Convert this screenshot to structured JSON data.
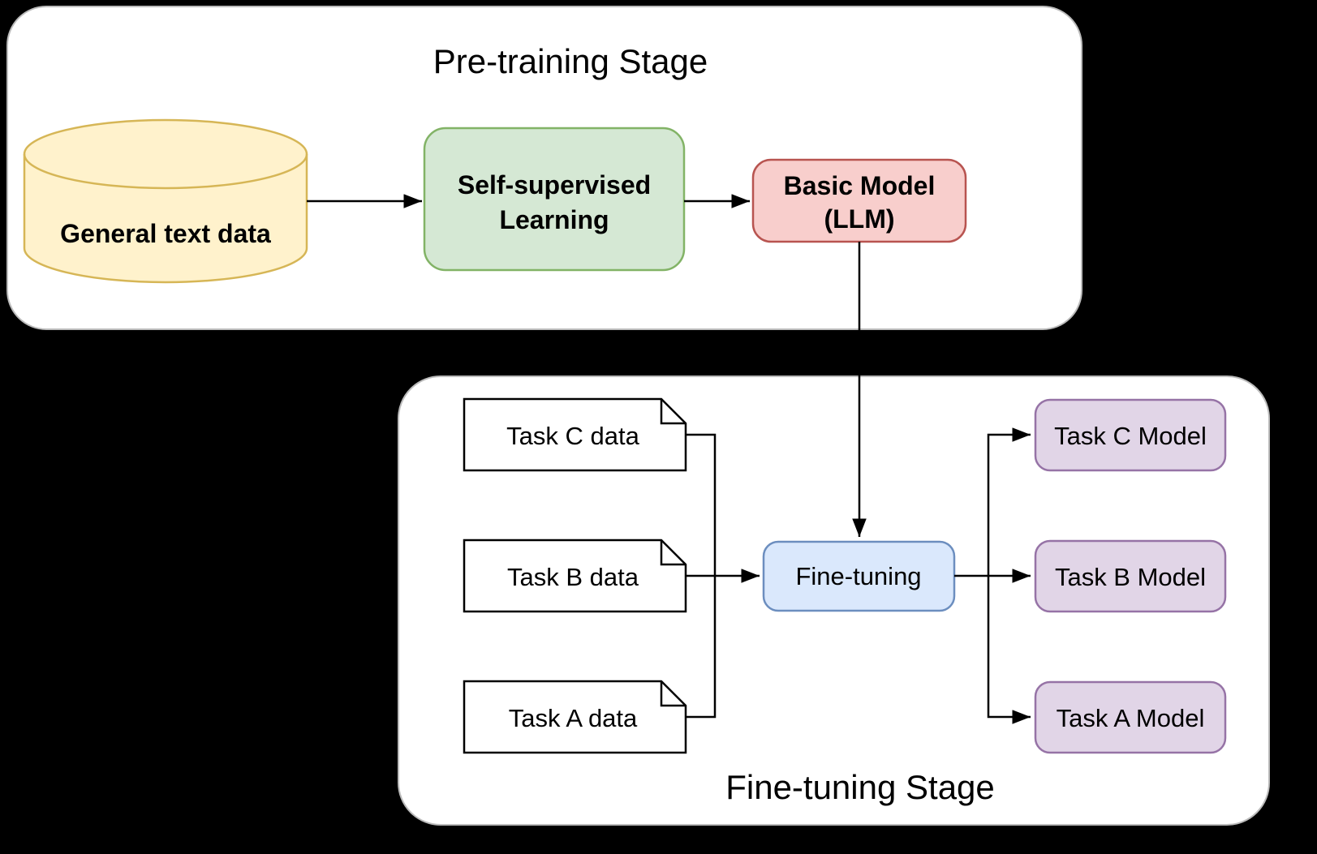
{
  "pretraining": {
    "title": "Pre-training Stage",
    "database": {
      "label": "General text data"
    },
    "ssl": {
      "line1": "Self-supervised",
      "line2": "Learning"
    },
    "basic_model": {
      "line1": "Basic Model",
      "line2": "(LLM)"
    }
  },
  "finetuning": {
    "title": "Fine-tuning Stage",
    "documents": [
      {
        "label": "Task C data"
      },
      {
        "label": "Task B data"
      },
      {
        "label": "Task A data"
      }
    ],
    "process": {
      "label": "Fine-tuning"
    },
    "models": [
      {
        "label": "Task C Model"
      },
      {
        "label": "Task B Model"
      },
      {
        "label": "Task A Model"
      }
    ]
  },
  "colors": {
    "background": "#000000",
    "stage_fill": "#ffffff",
    "stage_border": "#bbbbbb",
    "database_fill": "#fff2cc",
    "database_border": "#d6b656",
    "ssl_fill": "#d5e8d4",
    "ssl_border": "#82b366",
    "basic_model_fill": "#f8cecc",
    "basic_model_border": "#b85450",
    "document_fill": "#ffffff",
    "document_border": "#000000",
    "process_fill": "#dae8fc",
    "process_border": "#6c8ebf",
    "model_fill": "#e1d5e7",
    "model_border": "#9673a6",
    "connector": "#000000",
    "text": "#000000"
  }
}
